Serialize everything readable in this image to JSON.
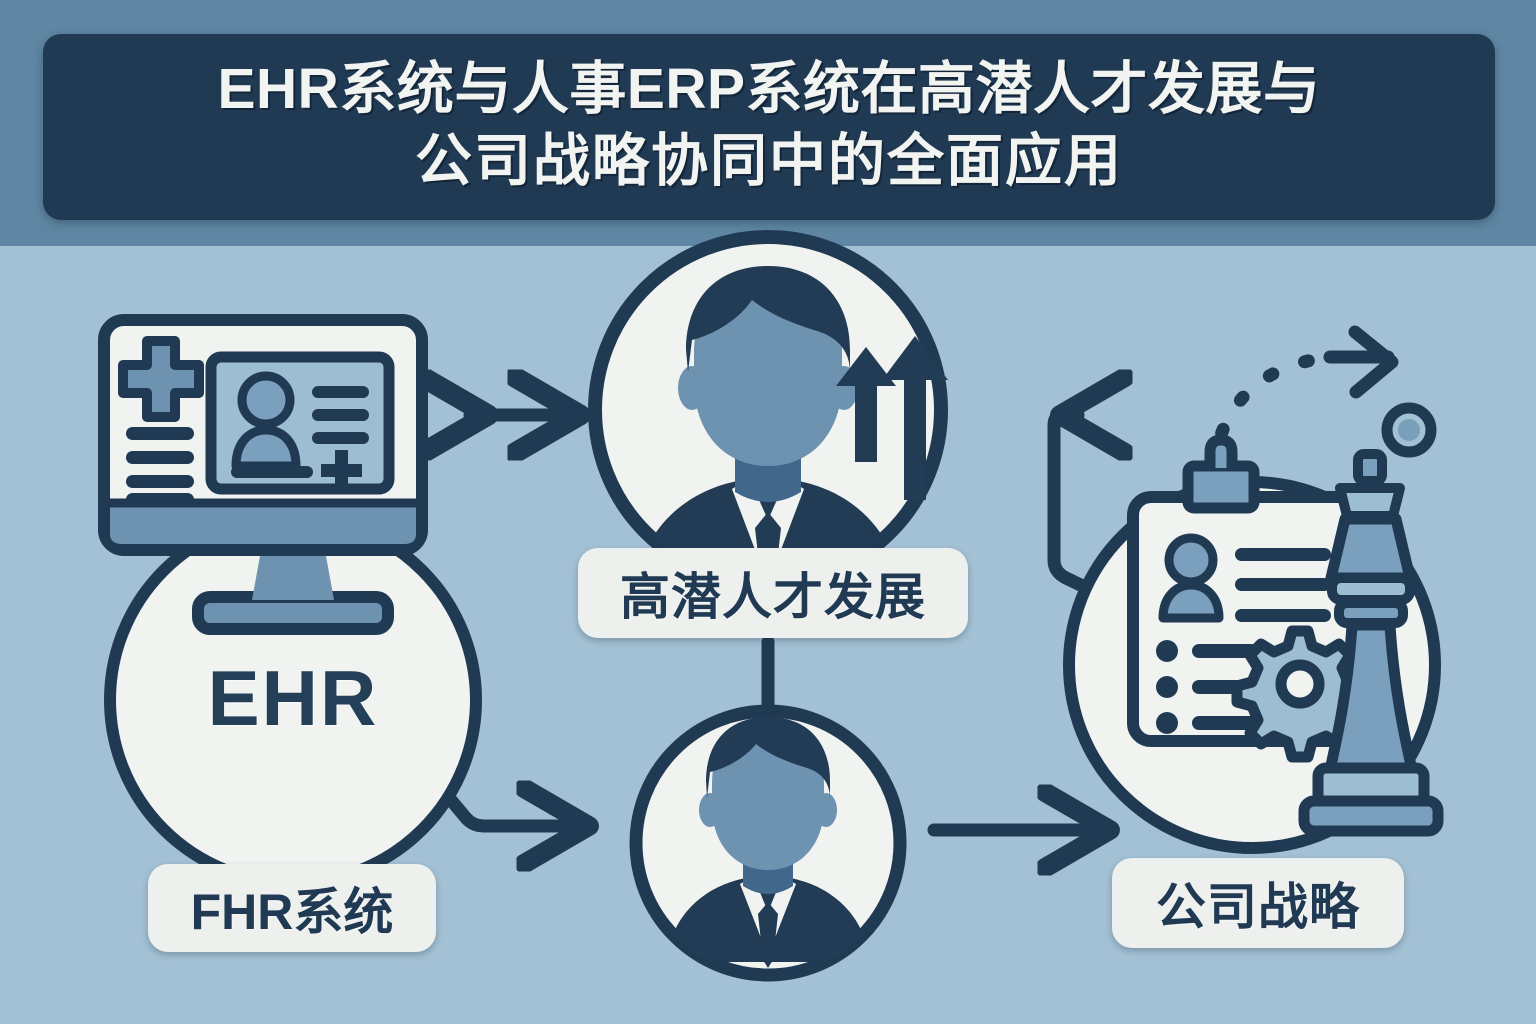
{
  "page": {
    "title_line1": "EHR系统与人事ERP系统在高潜人才发展与",
    "title_line2": "公司战略协同中的全面应用"
  },
  "nodes": {
    "ehr": {
      "circle_label": "EHR",
      "badge_label": "FHR系统",
      "icon": "desktop-monitor-medical-record-icon"
    },
    "talent": {
      "badge_label": "高潜人才发展",
      "icon": "businessman-with-growth-arrows-icon"
    },
    "employee": {
      "icon": "businessman-avatar-icon"
    },
    "strategy": {
      "badge_label": "公司战略",
      "icon": "clipboard-gear-chess-king-icon"
    }
  },
  "connectors": {
    "ehr_talent": "bidirectional-arrow",
    "strategy_talent": "elbow-arrow-left",
    "ehr_employee": "elbow-arrow-right",
    "employee_strategy": "straight-arrow-right",
    "talent_employee": "vertical-line",
    "strategy_dashed": "dashed-curved-arrow"
  },
  "colors": {
    "background_top": "#5f87a4",
    "background_bottom": "#a3c1d5",
    "title_bar": "#213a54",
    "ink": "#213a54",
    "panel": "#eef0ee",
    "accent_fill": "#7a9fba"
  }
}
